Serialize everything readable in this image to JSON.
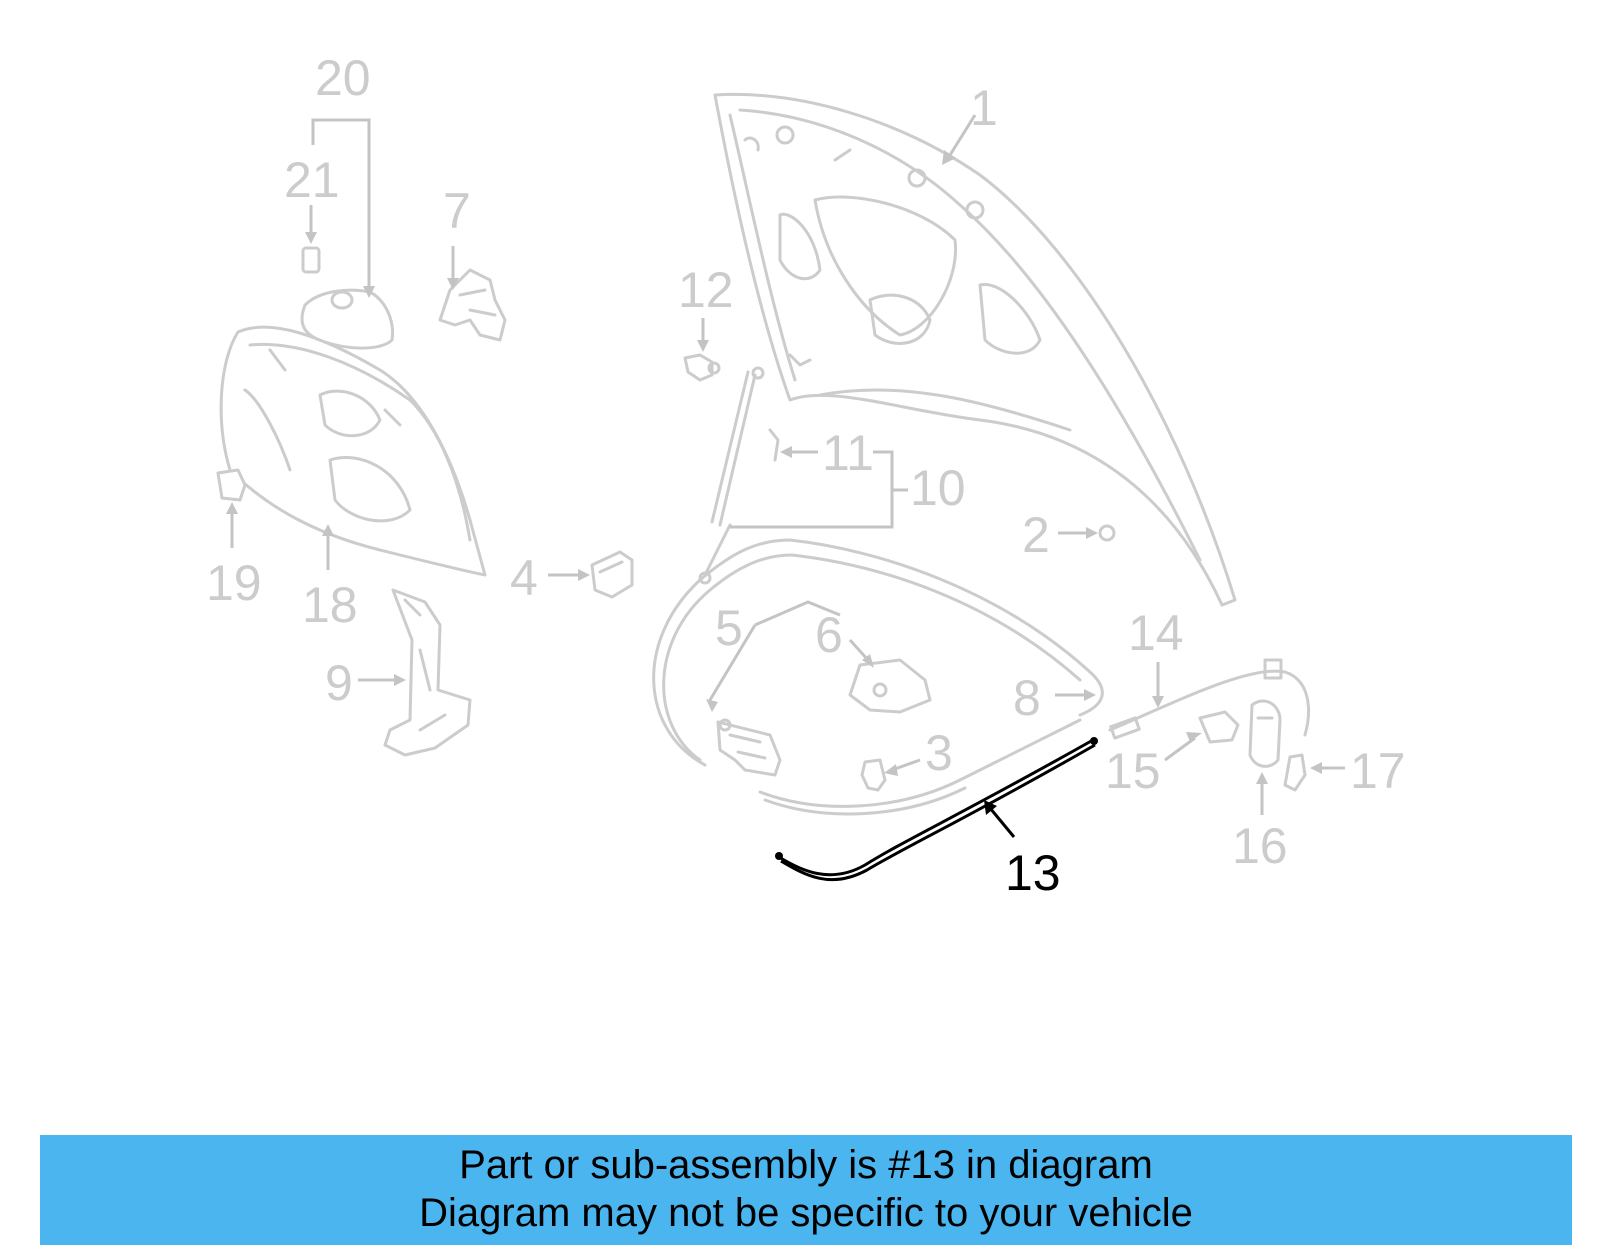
{
  "diagram": {
    "callouts": {
      "c1": "1",
      "c2": "2",
      "c3": "3",
      "c4": "4",
      "c5": "5",
      "c6": "6",
      "c7": "7",
      "c8": "8",
      "c9": "9",
      "c10": "10",
      "c11": "11",
      "c12": "12",
      "c13": "13",
      "c14": "14",
      "c15": "15",
      "c16": "16",
      "c17": "17",
      "c18": "18",
      "c19": "19",
      "c20": "20",
      "c21": "21"
    },
    "highlighted_part": "13",
    "colors": {
      "ghost_lines": "#cccccc",
      "highlight": "#000000",
      "banner_bg": "#4ab5ef"
    }
  },
  "banner": {
    "line1": "Part or sub-assembly is #13 in diagram",
    "line2": "Diagram may not be specific to your vehicle"
  }
}
